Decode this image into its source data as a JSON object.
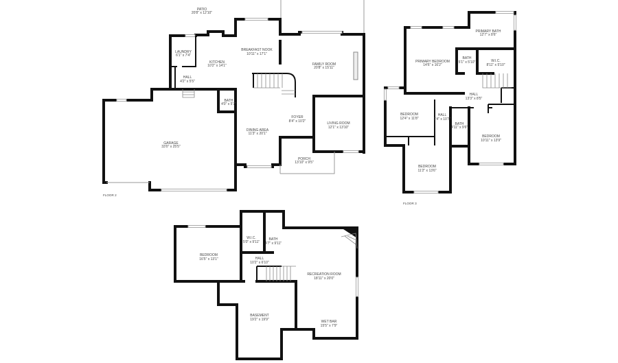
{
  "floors": [
    {
      "label": "FLOOR 2",
      "rooms": [
        {
          "name": "PATIO",
          "size": "20'8\" x 12'10\""
        },
        {
          "name": "LAUNDRY",
          "size": "6'1\" x 7'4\""
        },
        {
          "name": "KITCHEN",
          "size": "10'2\" x 14'1\""
        },
        {
          "name": "BREAKFAST NOOK",
          "size": "10'11\" x 17'1\""
        },
        {
          "name": "FAMILY ROOM",
          "size": "20'8\" x 15'11\""
        },
        {
          "name": "HALL",
          "size": "4'2\" x 5'5\""
        },
        {
          "name": "BATH",
          "size": "4'0\" x 5'7\""
        },
        {
          "name": "GARAGE",
          "size": "33'0\" x 25'5\""
        },
        {
          "name": "FOYER",
          "size": "8'4\" x 10'2\""
        },
        {
          "name": "LIVING ROOM",
          "size": "12'1\" x 13'10\""
        },
        {
          "name": "DINING AREA",
          "size": "11'3\" x 20'1\""
        },
        {
          "name": "PORCH",
          "size": "13'10\" x 9'5\""
        }
      ]
    },
    {
      "label": "FLOOR 3",
      "rooms": [
        {
          "name": "PRIMARY BATH",
          "size": "12'7\" x 8'6\""
        },
        {
          "name": "PRIMARY BEDROOM",
          "size": "14'6\" x 16'2\""
        },
        {
          "name": "BATH",
          "size": "5'1\" x 5'10\""
        },
        {
          "name": "W.I.C.",
          "size": "8'11\" x 5'10\""
        },
        {
          "name": "HALL",
          "size": "13'3\" x 8'5\""
        },
        {
          "name": "BEDROOM",
          "size": "12'4\" x 11'8\""
        },
        {
          "name": "HALL",
          "size": "3'4\" x 10'7\""
        },
        {
          "name": "BATH",
          "size": "4'11\" x 9'6\""
        },
        {
          "name": "BEDROOM",
          "size": "10'11\" x 13'9\""
        },
        {
          "name": "BEDROOM",
          "size": "11'2\" x 13'6\""
        }
      ]
    },
    {
      "label": "",
      "rooms": [
        {
          "name": "W.I.C.",
          "size": "5'0\" x 9'11\""
        },
        {
          "name": "BATH",
          "size": "4'7\" x 9'11\""
        },
        {
          "name": "BEDROOM",
          "size": "16'5\" x 13'1\""
        },
        {
          "name": "HALL",
          "size": "10'2\" x 6'10\""
        },
        {
          "name": "RECREATION ROOM",
          "size": "18'11\" x 20'0\""
        },
        {
          "name": "BASEMENT",
          "size": "19'2\" x 19'9\""
        },
        {
          "name": "WET BAR",
          "size": "15'5\" x 7'9\""
        }
      ]
    }
  ]
}
